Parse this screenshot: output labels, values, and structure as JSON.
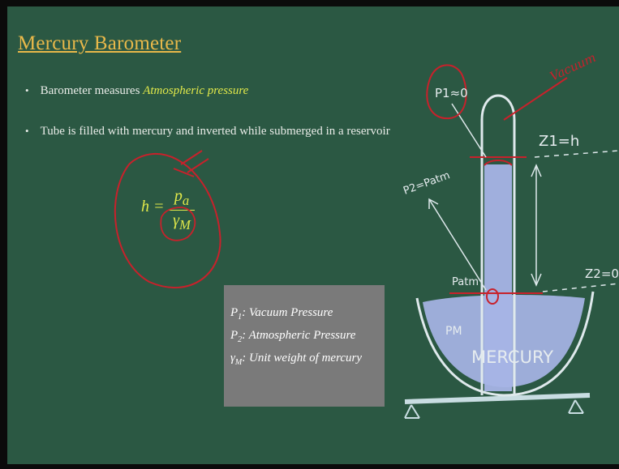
{
  "slide": {
    "title": "Mercury Barometer",
    "bullets": [
      {
        "text": "Barometer measures ",
        "highlight": "Atmospheric pressure"
      },
      {
        "text": "Tube is filled with mercury and inverted while submerged in a reservoir"
      }
    ],
    "formula": {
      "lhs": "h =",
      "numerator": "p",
      "numerator_sub": "a",
      "denominator": "γ",
      "denominator_sub": "M"
    },
    "legend": [
      {
        "symbol": "P",
        "sub": "1",
        "text": ": Vacuum Pressure"
      },
      {
        "symbol": "P",
        "sub": "2",
        "text": ": Atmospheric Pressure"
      },
      {
        "symbol": "γ",
        "sub": "M",
        "text": ": Unit weight of mercury"
      }
    ]
  },
  "annotations": {
    "p1": "P1≈0",
    "vacuum": "Vacuum",
    "p2": "P2=Patm",
    "z1": "Z1=h",
    "z2": "Z2=0",
    "patm": "Patm",
    "pm": "PM",
    "mercury": "MERCURY"
  },
  "colors": {
    "board": "#2b5843",
    "title": "#e8b84a",
    "highlight": "#e1e84a",
    "legend_bg": "#7a7a7a",
    "ink_red": "#c8212b",
    "mercury": "#a7b4e6"
  }
}
